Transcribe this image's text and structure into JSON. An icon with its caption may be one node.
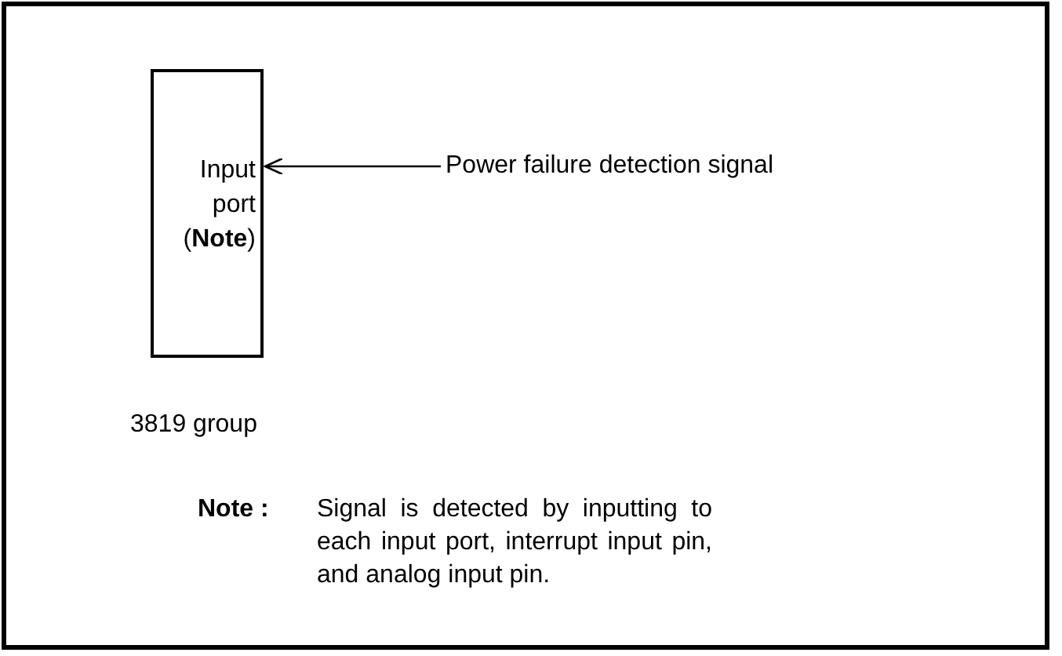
{
  "diagram": {
    "nodes": [
      {
        "text": [
          "Input port (**Note**)"
        ],
        "beside": [
          "3819 group"
        ]
      },
      {
        "text": [
          "Power failure detection signal"
        ]
      }
    ],
    "edges": [
      {
        "from": 1,
        "to": 0,
        "arrow": "to"
      }
    ],
    "labels": [
      "Note :",
      "Signal is detected by inputting to each input port, interrupt input pin, and analog input pin."
    ]
  }
}
